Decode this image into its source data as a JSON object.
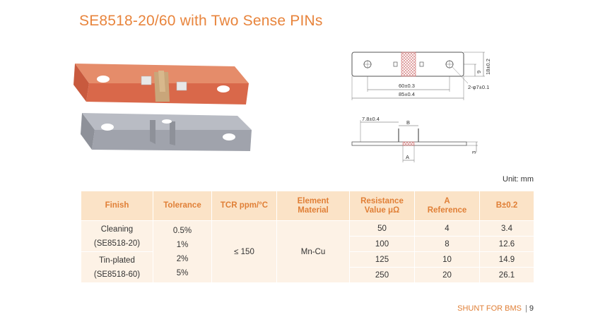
{
  "title": "SE8518-20/60 with Two Sense PINs",
  "unit_label": "Unit: mm",
  "drawing": {
    "top_view": {
      "height_dim": "18±0.2",
      "small_dim": "9",
      "pitch_dim": "60±0.3",
      "length_dim": "85±0.4",
      "hole_dim": "2-φ7±0.1"
    },
    "side_view": {
      "offset_dim": "7.8±0.4",
      "b_label": "B",
      "a_label": "A",
      "thickness_dim": "3"
    }
  },
  "table": {
    "headers": {
      "finish": "Finish",
      "tolerance": "Tolerance",
      "tcr": "TCR ppm/°C",
      "material_line1": "Element",
      "material_line2": "Material",
      "resistance_line1": "Resistance",
      "resistance_line2": "Value μΩ",
      "a_line1": "A",
      "a_line2": "Reference",
      "b": "B±0.2"
    },
    "finish": {
      "cleaning_name": "Cleaning",
      "cleaning_code": "(SE8518-20)",
      "tin_name": "Tin-plated",
      "tin_code": "(SE8518-60)"
    },
    "tolerances": [
      "0.5%",
      "1%",
      "2%",
      "5%"
    ],
    "tcr": "≤ 150",
    "material": "Mn-Cu",
    "rows": [
      {
        "resistance": "50",
        "a": "4",
        "b": "3.4"
      },
      {
        "resistance": "100",
        "a": "8",
        "b": "12.6"
      },
      {
        "resistance": "125",
        "a": "10",
        "b": "14.9"
      },
      {
        "resistance": "250",
        "a": "20",
        "b": "26.1"
      }
    ]
  },
  "footer": {
    "section": "SHUNT FOR BMS",
    "page": "9"
  }
}
